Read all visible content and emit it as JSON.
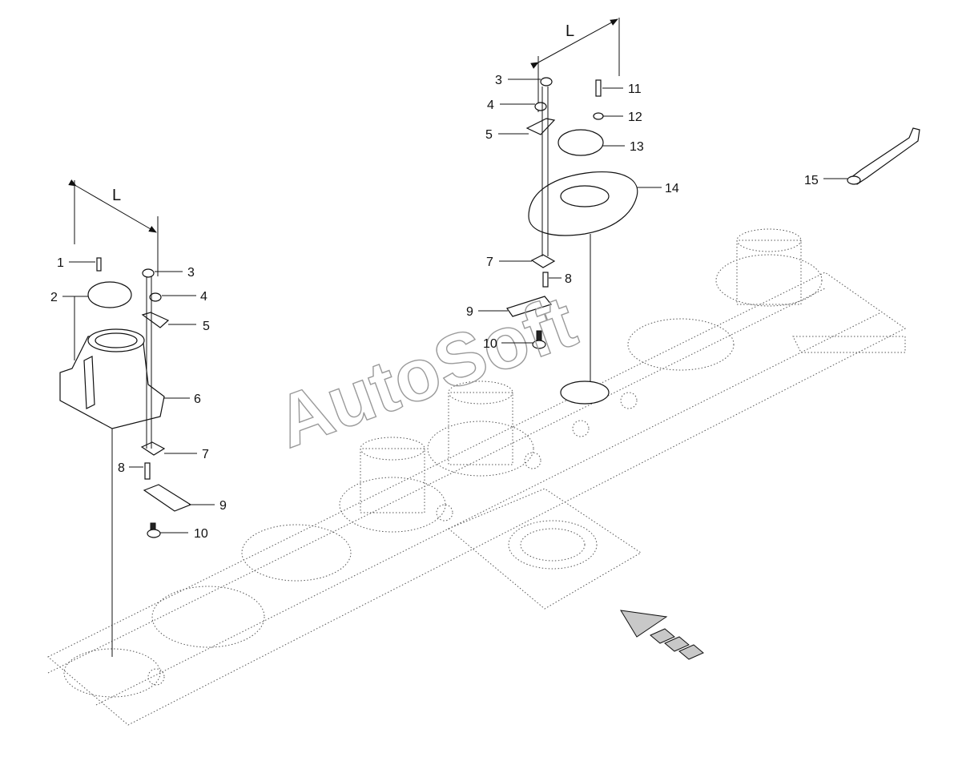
{
  "watermark": "AutoSoft",
  "dimension_label": "L",
  "callouts_left": [
    {
      "id": "c1",
      "text": "1"
    },
    {
      "id": "c2",
      "text": "2"
    },
    {
      "id": "c3",
      "text": "3"
    },
    {
      "id": "c4",
      "text": "4"
    },
    {
      "id": "c5",
      "text": "5"
    },
    {
      "id": "c6",
      "text": "6"
    },
    {
      "id": "c7",
      "text": "7"
    },
    {
      "id": "c8",
      "text": "8"
    },
    {
      "id": "c9",
      "text": "9"
    },
    {
      "id": "c10",
      "text": "10"
    }
  ],
  "callouts_right": [
    {
      "id": "r3",
      "text": "3"
    },
    {
      "id": "r4",
      "text": "4"
    },
    {
      "id": "r5",
      "text": "5"
    },
    {
      "id": "r7",
      "text": "7"
    },
    {
      "id": "r8",
      "text": "8"
    },
    {
      "id": "r9",
      "text": "9"
    },
    {
      "id": "r10",
      "text": "10"
    },
    {
      "id": "r11",
      "text": "11"
    },
    {
      "id": "r12",
      "text": "12"
    },
    {
      "id": "r13",
      "text": "13"
    },
    {
      "id": "r14",
      "text": "14"
    },
    {
      "id": "r15",
      "text": "15"
    }
  ]
}
